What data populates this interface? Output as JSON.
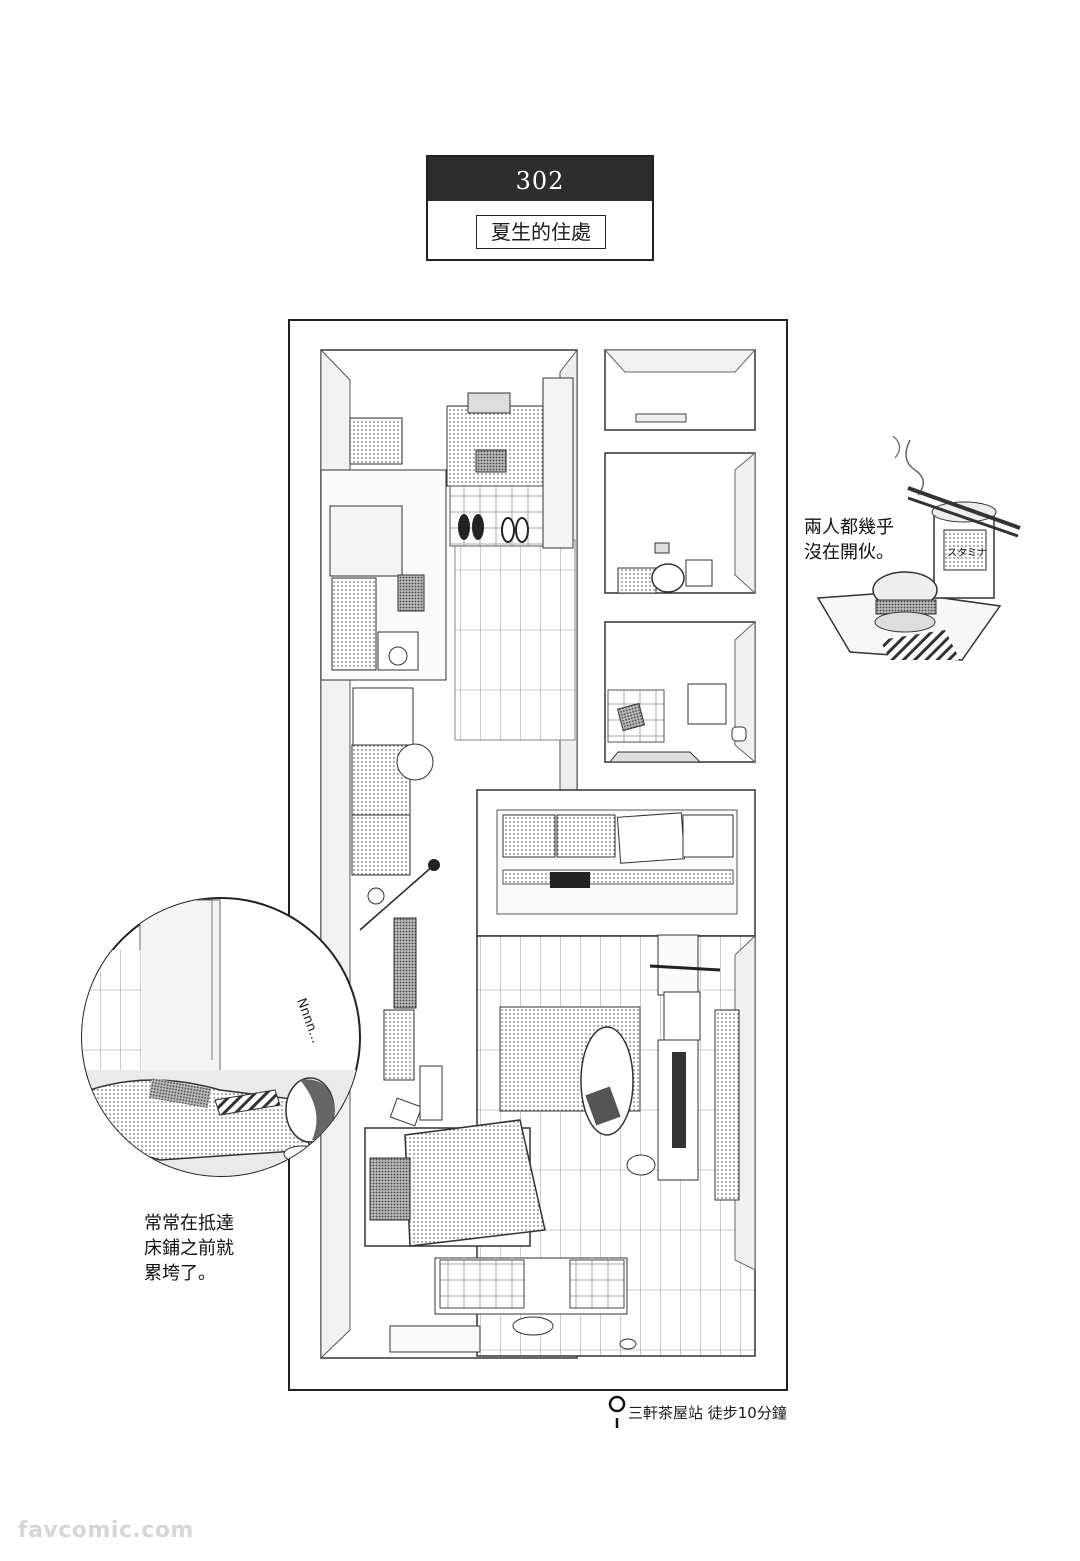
{
  "header": {
    "room_number": "302",
    "room_label": "夏生的住處"
  },
  "captions": {
    "food": "兩人都幾乎\n沒在開伙。",
    "sleep": "常常在抵達\n床鋪之前就\n累垮了。"
  },
  "inset": {
    "sound_effect": "Nnnn..."
  },
  "food_item": {
    "cup_label": "スタミナ"
  },
  "location": {
    "icon": "map-pin-icon",
    "text": "三軒茶屋站 徒步10分鐘"
  },
  "watermark": "favcomic.com"
}
